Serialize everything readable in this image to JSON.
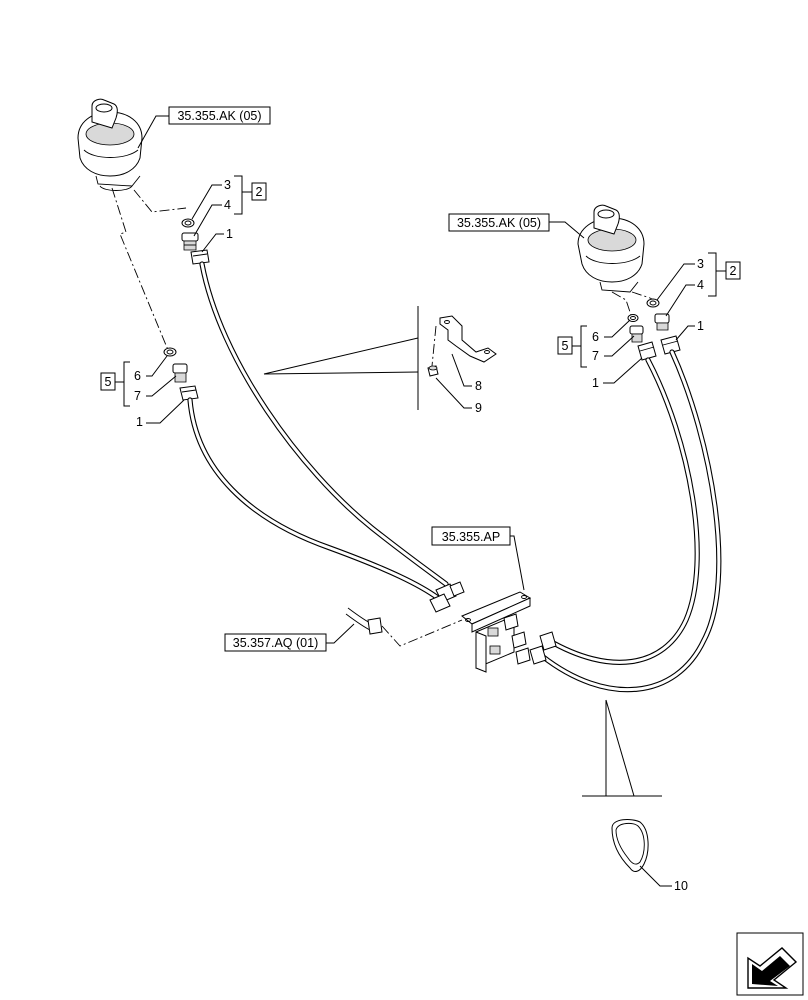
{
  "references": {
    "joystick_left": "35.355.AK (05)",
    "joystick_right": "35.355.AK (05)",
    "valve_block": "35.355.AP",
    "hose_supply": "35.357.AQ (01)"
  },
  "callouts": {
    "left_1_top": "1",
    "left_3": "3",
    "left_4": "4",
    "left_group_2": "2",
    "left_6": "6",
    "left_7": "7",
    "left_1_bottom": "1",
    "left_group_5": "5",
    "bracket_8": "8",
    "bracket_9": "9",
    "right_3": "3",
    "right_4": "4",
    "right_group_2": "2",
    "right_6": "6",
    "right_7": "7",
    "right_group_5": "5",
    "right_1_a": "1",
    "right_1_b": "1",
    "tie_10": "10"
  },
  "icons": {
    "navigation": "page-arrow-icon"
  }
}
